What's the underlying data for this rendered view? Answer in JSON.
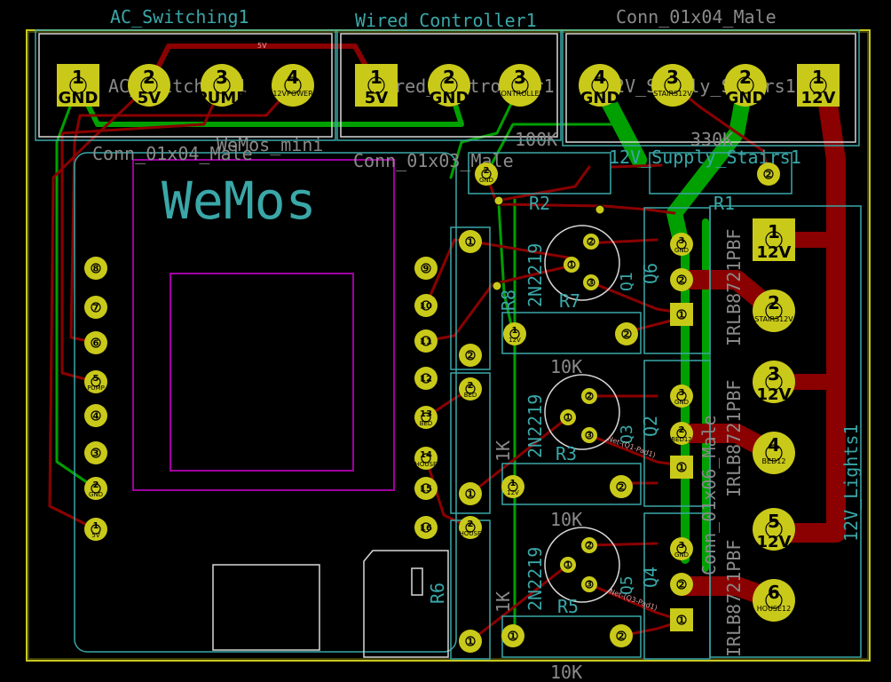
{
  "colors": {
    "background": "#000000",
    "edge_cuts": "#c8c81e",
    "silkscreen": "#3aa7a8",
    "courtyard": "#a000a0",
    "outline_white": "#d8d8d8",
    "copper_front": "#8b0000",
    "copper_back": "#00a000",
    "pad": "#c9c91a",
    "track_label": "#e0a0a0"
  },
  "labels": {
    "ac_switching": "AC_Switching1",
    "wired_controller": "Wired_Controller1",
    "conn_01x04_male_top": "Conn_01x04_Male",
    "ac_switching_inner": "AC_Switching1",
    "conn_01x04_male_left": "Conn_01x04_Male",
    "wemos_mini": "WeMos_mini",
    "wemos": "WeMos",
    "conn_01x03_male": "Conn_01x03_Male",
    "wired_controller_inner": "Wired_Controller1",
    "r_100k": "100K",
    "r_330k": "330K",
    "supply_stairs": "12V_Supply_Stairs1",
    "supply_stairs_inner": "12V_Supply_Stairs1",
    "r2": "R2",
    "r1": "R1",
    "r8": "R8",
    "r7": "R7",
    "r3": "R3",
    "r5": "R5",
    "r6": "R6",
    "q6": "Q6",
    "q2": "Q2",
    "q4": "Q4",
    "q1_tag": "Q1",
    "q3_tag": "Q3",
    "q5_tag": "Q5",
    "tr1": "2N2219",
    "tr2": "2N2219",
    "tr3": "2N2219",
    "r_10k_a": "10K",
    "r_10k_b": "10K",
    "r_10k_c": "10K",
    "r_1k_a": "1K",
    "r_1k_b": "1K",
    "irlb_a": "IRLB8721PBF",
    "irlb_b": "IRLB8721PBF",
    "irlb_c": "IRLB8721PBF",
    "conn_01x06_male": "Conn_01x06_Male",
    "lights": "12V_Lights1",
    "trace_5v": "5V",
    "net_q1": "Net-(Q1-Pad1)",
    "net_q3": "Net-(Q3-Pad1)"
  },
  "pads": {
    "ac1": {
      "num": "1",
      "net": "GND"
    },
    "ac2": {
      "num": "2",
      "net": "5V"
    },
    "ac3": {
      "num": "3",
      "net": "PUMP"
    },
    "ac4": {
      "num": "4",
      "net": "12VPOWER"
    },
    "wc1": {
      "num": "1",
      "net": "5V"
    },
    "wc2": {
      "num": "2",
      "net": "GND"
    },
    "wc3": {
      "num": "3",
      "net": "CONTROLLER"
    },
    "ss4": {
      "num": "4",
      "net": "GND"
    },
    "ss3": {
      "num": "3",
      "net": "STAIRS12V"
    },
    "ss2": {
      "num": "2",
      "net": "GND"
    },
    "ss1": {
      "num": "1",
      "net": "12V"
    },
    "l1": {
      "num": "1",
      "net": "12V"
    },
    "l2": {
      "num": "2",
      "net": "STAIRS12V"
    },
    "l3": {
      "num": "3",
      "net": "12V"
    },
    "l4": {
      "num": "4",
      "net": "BED12"
    },
    "l5": {
      "num": "5",
      "net": "12V"
    },
    "l6": {
      "num": "6",
      "net": "HOUSE12"
    },
    "wl1": {
      "num": "8",
      "net": ""
    },
    "wl2": {
      "num": "7",
      "net": ""
    },
    "wl3": {
      "num": "6",
      "net": ""
    },
    "wl4": {
      "num": "5",
      "net": "PUMP"
    },
    "wl5": {
      "num": "4",
      "net": ""
    },
    "wl6": {
      "num": "3",
      "net": ""
    },
    "wl7": {
      "num": "2",
      "net": "GND"
    },
    "wl8": {
      "num": "1",
      "net": "5V"
    },
    "wr1": {
      "num": "9",
      "net": ""
    },
    "wr2": {
      "num": "10",
      "net": ""
    },
    "wr3": {
      "num": "11",
      "net": ""
    },
    "wr4": {
      "num": "12",
      "net": ""
    },
    "wr5": {
      "num": "13",
      "net": "BED"
    },
    "wr6": {
      "num": "14",
      "net": "HOUSE"
    },
    "wr7": {
      "num": "15",
      "net": ""
    },
    "wr8": {
      "num": "16",
      "net": ""
    },
    "r2a": {
      "num": "2",
      "net": "GND"
    },
    "r1b": {
      "num": "2",
      "net": ""
    },
    "q6g": {
      "num": "3",
      "net": "GND"
    },
    "q6d": {
      "num": "2",
      "net": ""
    },
    "q6s": {
      "num": "1",
      "net": ""
    },
    "q2g": {
      "num": "3",
      "net": "GND"
    },
    "q2d": {
      "num": "2",
      "net": "BED12"
    },
    "q2s": {
      "num": "1",
      "net": ""
    },
    "q4g": {
      "num": "3",
      "net": "GND"
    },
    "q4d": {
      "num": "2",
      "net": ""
    },
    "q4s": {
      "num": "1",
      "net": ""
    },
    "r7a": {
      "num": "1",
      "net": "12V"
    },
    "r7b": {
      "num": "2",
      "net": ""
    },
    "r3a": {
      "num": "1",
      "net": "12V"
    },
    "r3b": {
      "num": "2",
      "net": ""
    },
    "r5a": {
      "num": "1",
      "net": ""
    },
    "r5b": {
      "num": "2",
      "net": ""
    },
    "r8a": {
      "num": "1",
      "net": ""
    },
    "r8b": {
      "num": "2",
      "net": ""
    },
    "rbed1": {
      "num": "2",
      "net": "BED"
    },
    "rbed2": {
      "num": "1",
      "net": ""
    },
    "rh1": {
      "num": "2",
      "net": "HOUSE"
    },
    "rh2": {
      "num": "1",
      "net": ""
    },
    "tq1a": {
      "num": "1",
      "net": ""
    },
    "tq1b": {
      "num": "2",
      "net": ""
    },
    "tq1c": {
      "num": "3",
      "net": ""
    },
    "tq3a": {
      "num": "1",
      "net": ""
    },
    "tq3b": {
      "num": "2",
      "net": ""
    },
    "tq3c": {
      "num": "3",
      "net": ""
    },
    "tq5a": {
      "num": "1",
      "net": ""
    },
    "tq5b": {
      "num": "2",
      "net": ""
    },
    "tq5c": {
      "num": "3",
      "net": ""
    }
  }
}
